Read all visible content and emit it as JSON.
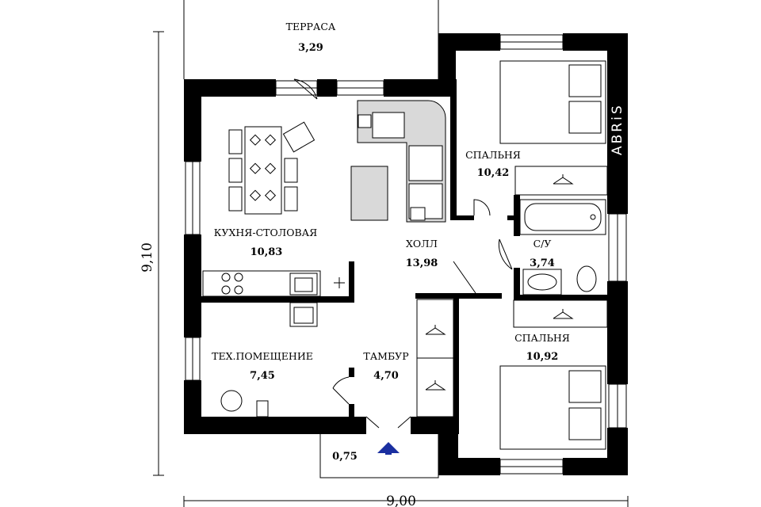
{
  "rooms": {
    "terrace": {
      "name": "ТЕРРАСА",
      "area": "3,29"
    },
    "kitchen": {
      "name": "КУХНЯ-СТОЛОВАЯ",
      "area": "10,83"
    },
    "hall": {
      "name": "ХОЛЛ",
      "area": "13,98"
    },
    "bedroom1": {
      "name": "СПАЛЬНЯ",
      "area": "10,42"
    },
    "bath": {
      "name": "С/У",
      "area": "3,74"
    },
    "bedroom2": {
      "name": "СПАЛЬНЯ",
      "area": "10,92"
    },
    "tech": {
      "name": "ТЕХ.ПОМЕЩЕНИЕ",
      "area": "7,45"
    },
    "vestibule": {
      "name": "ТАМБУР",
      "area": "4,70"
    },
    "porch": {
      "area": "0,75"
    }
  },
  "dimensions": {
    "height": "9,10",
    "width": "9,00"
  },
  "brand": "ABRiS",
  "colors": {
    "walls": "#000000",
    "entrance_arrow": "#1a2fa0",
    "furniture_fill": "#d9d9d9"
  }
}
